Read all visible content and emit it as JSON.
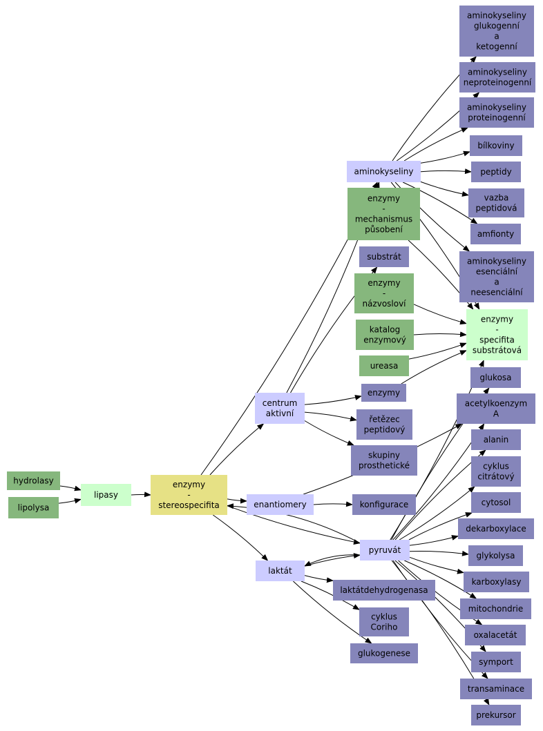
{
  "colors": {
    "green": "#86b77d",
    "light_green": "#ccffcc",
    "yellow": "#e6e185",
    "lavender": "#ccccff",
    "purple": "#8585ba",
    "edge": "#000000"
  },
  "nodes": [
    {
      "id": "hydrolasy",
      "lines": [
        "hydrolasy"
      ],
      "color": "green"
    },
    {
      "id": "lipolysa",
      "lines": [
        "lipolysa"
      ],
      "color": "green"
    },
    {
      "id": "lipasy",
      "lines": [
        "lipasy"
      ],
      "color": "light_green"
    },
    {
      "id": "stereo",
      "lines": [
        "enzymy",
        "-",
        "stereospecifita"
      ],
      "color": "yellow"
    },
    {
      "id": "aminokyseliny",
      "lines": [
        "aminokyseliny"
      ],
      "color": "lavender"
    },
    {
      "id": "centrum",
      "lines": [
        "centrum",
        "aktivní"
      ],
      "color": "lavender"
    },
    {
      "id": "enantiomery",
      "lines": [
        "enantiomery"
      ],
      "color": "lavender"
    },
    {
      "id": "laktat",
      "lines": [
        "laktát"
      ],
      "color": "lavender"
    },
    {
      "id": "pyruvat",
      "lines": [
        "pyruvát"
      ],
      "color": "lavender"
    },
    {
      "id": "substrat",
      "lines": [
        "substrát"
      ],
      "color": "purple"
    },
    {
      "id": "enzymy",
      "lines": [
        "enzymy"
      ],
      "color": "purple"
    },
    {
      "id": "retezec",
      "lines": [
        "řetězec",
        "peptidový"
      ],
      "color": "purple"
    },
    {
      "id": "skupiny",
      "lines": [
        "skupiny",
        "prosthetické"
      ],
      "color": "purple"
    },
    {
      "id": "konfigurace",
      "lines": [
        "konfigurace"
      ],
      "color": "purple"
    },
    {
      "id": "ldh",
      "lines": [
        "laktátdehydrogenasa"
      ],
      "color": "purple"
    },
    {
      "id": "coriho",
      "lines": [
        "cyklus",
        "Coriho"
      ],
      "color": "purple"
    },
    {
      "id": "glukogenese",
      "lines": [
        "glukogenese"
      ],
      "color": "purple"
    },
    {
      "id": "mechanismus",
      "lines": [
        "enzymy",
        "-",
        "mechanismus",
        "působení"
      ],
      "color": "green"
    },
    {
      "id": "nazvoslovi",
      "lines": [
        "enzymy",
        "-",
        "názvosloví"
      ],
      "color": "green"
    },
    {
      "id": "katalog",
      "lines": [
        "katalog",
        "enzymový"
      ],
      "color": "green"
    },
    {
      "id": "ureasa",
      "lines": [
        "ureasa"
      ],
      "color": "green"
    },
    {
      "id": "specifita",
      "lines": [
        "enzymy",
        "-",
        "specifita",
        "substrátová"
      ],
      "color": "light_green"
    },
    {
      "id": "glukoketo",
      "lines": [
        "aminokyseliny",
        "glukogenní",
        "a",
        "ketogenní"
      ],
      "color": "purple"
    },
    {
      "id": "neproteino",
      "lines": [
        "aminokyseliny",
        "neproteinogenní"
      ],
      "color": "purple"
    },
    {
      "id": "proteino",
      "lines": [
        "aminokyseliny",
        "proteinogenní"
      ],
      "color": "purple"
    },
    {
      "id": "bilkoviny",
      "lines": [
        "bílkoviny"
      ],
      "color": "purple"
    },
    {
      "id": "peptidy",
      "lines": [
        "peptidy"
      ],
      "color": "purple"
    },
    {
      "id": "vazba",
      "lines": [
        "vazba",
        "peptidová"
      ],
      "color": "purple"
    },
    {
      "id": "amfionty",
      "lines": [
        "amfionty"
      ],
      "color": "purple"
    },
    {
      "id": "esencialni",
      "lines": [
        "aminokyseliny",
        "esenciální",
        "a",
        "neesenciální"
      ],
      "color": "purple"
    },
    {
      "id": "glukosa",
      "lines": [
        "glukosa"
      ],
      "color": "purple"
    },
    {
      "id": "acetylkoa",
      "lines": [
        "acetylkoenzym",
        "A"
      ],
      "color": "purple"
    },
    {
      "id": "alanin",
      "lines": [
        "alanin"
      ],
      "color": "purple"
    },
    {
      "id": "citratovy",
      "lines": [
        "cyklus",
        "citrátový"
      ],
      "color": "purple"
    },
    {
      "id": "cytosol",
      "lines": [
        "cytosol"
      ],
      "color": "purple"
    },
    {
      "id": "dekarboxylace",
      "lines": [
        "dekarboxylace"
      ],
      "color": "purple"
    },
    {
      "id": "glykolysa",
      "lines": [
        "glykolysa"
      ],
      "color": "purple"
    },
    {
      "id": "karboxylasy",
      "lines": [
        "karboxylasy"
      ],
      "color": "purple"
    },
    {
      "id": "mitochondrie",
      "lines": [
        "mitochondrie"
      ],
      "color": "purple"
    },
    {
      "id": "oxalacetat",
      "lines": [
        "oxalacetát"
      ],
      "color": "purple"
    },
    {
      "id": "symport",
      "lines": [
        "symport"
      ],
      "color": "purple"
    },
    {
      "id": "transaminace",
      "lines": [
        "transaminace"
      ],
      "color": "purple"
    },
    {
      "id": "prekursor",
      "lines": [
        "prekursor"
      ],
      "color": "purple"
    }
  ],
  "edges": [
    [
      "hydrolasy",
      "lipasy"
    ],
    [
      "lipolysa",
      "lipasy"
    ],
    [
      "lipasy",
      "stereo"
    ],
    [
      "stereo",
      "aminokyseliny"
    ],
    [
      "stereo",
      "centrum"
    ],
    [
      "stereo",
      "enantiomery"
    ],
    [
      "stereo",
      "laktat"
    ],
    [
      "stereo",
      "pyruvat"
    ],
    [
      "aminokyseliny",
      "glukoketo"
    ],
    [
      "aminokyseliny",
      "neproteino"
    ],
    [
      "aminokyseliny",
      "proteino"
    ],
    [
      "aminokyseliny",
      "bilkoviny"
    ],
    [
      "aminokyseliny",
      "peptidy"
    ],
    [
      "aminokyseliny",
      "vazba"
    ],
    [
      "aminokyseliny",
      "amfionty"
    ],
    [
      "aminokyseliny",
      "esencialni"
    ],
    [
      "aminokyseliny",
      "specifita"
    ],
    [
      "centrum",
      "aminokyseliny"
    ],
    [
      "centrum",
      "substrat"
    ],
    [
      "centrum",
      "enzymy"
    ],
    [
      "centrum",
      "retezec"
    ],
    [
      "centrum",
      "skupiny"
    ],
    [
      "enantiomery",
      "konfigurace"
    ],
    [
      "enantiomery",
      "acetylkoa"
    ],
    [
      "laktat",
      "pyruvat"
    ],
    [
      "laktat",
      "ldh"
    ],
    [
      "laktat",
      "coriho"
    ],
    [
      "laktat",
      "glukogenese"
    ],
    [
      "pyruvat",
      "laktat"
    ],
    [
      "pyruvat",
      "stereo"
    ],
    [
      "pyruvat",
      "glukosa"
    ],
    [
      "pyruvat",
      "acetylkoa"
    ],
    [
      "pyruvat",
      "alanin"
    ],
    [
      "pyruvat",
      "citratovy"
    ],
    [
      "pyruvat",
      "cytosol"
    ],
    [
      "pyruvat",
      "dekarboxylace"
    ],
    [
      "pyruvat",
      "glykolysa"
    ],
    [
      "pyruvat",
      "karboxylasy"
    ],
    [
      "pyruvat",
      "mitochondrie"
    ],
    [
      "pyruvat",
      "oxalacetat"
    ],
    [
      "pyruvat",
      "symport"
    ],
    [
      "pyruvat",
      "transaminace"
    ],
    [
      "pyruvat",
      "prekursor"
    ],
    [
      "pyruvat",
      "specifita"
    ],
    [
      "mechanismus",
      "specifita"
    ],
    [
      "nazvoslovi",
      "specifita"
    ],
    [
      "katalog",
      "specifita"
    ],
    [
      "ureasa",
      "specifita"
    ],
    [
      "enzymy",
      "specifita"
    ]
  ]
}
